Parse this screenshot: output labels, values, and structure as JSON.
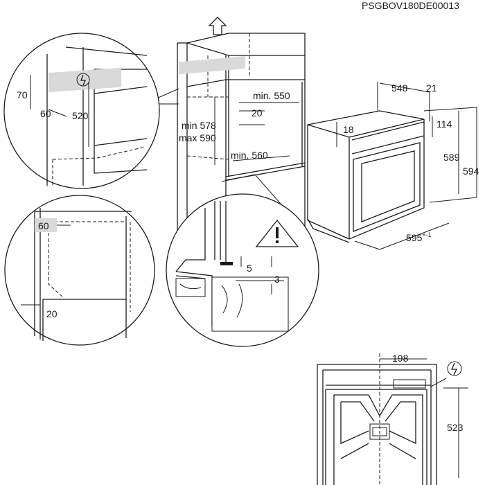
{
  "code": "PSGBOV180DE00013",
  "cabinet": {
    "min550": "min. 550",
    "d20": "20",
    "min578": "min 578",
    "max590": "max 590",
    "min560": "min. 560"
  },
  "detail_top": {
    "d70": "70",
    "d60": "60",
    "d520": "520"
  },
  "detail_left": {
    "d60": "60",
    "d20": "20"
  },
  "detail_bottom": {
    "d5": "5",
    "d3": "3"
  },
  "oven": {
    "d548": "548",
    "d21": "21",
    "d18": "18",
    "d114": "114",
    "d589": "589",
    "d594": "594",
    "d595": "595",
    "d595_tol": "+-1"
  },
  "top_view": {
    "d198": "198",
    "d523": "523"
  },
  "icons": [
    "arrow-up-icon",
    "electric-hazard-icon",
    "warning-triangle-icon"
  ]
}
